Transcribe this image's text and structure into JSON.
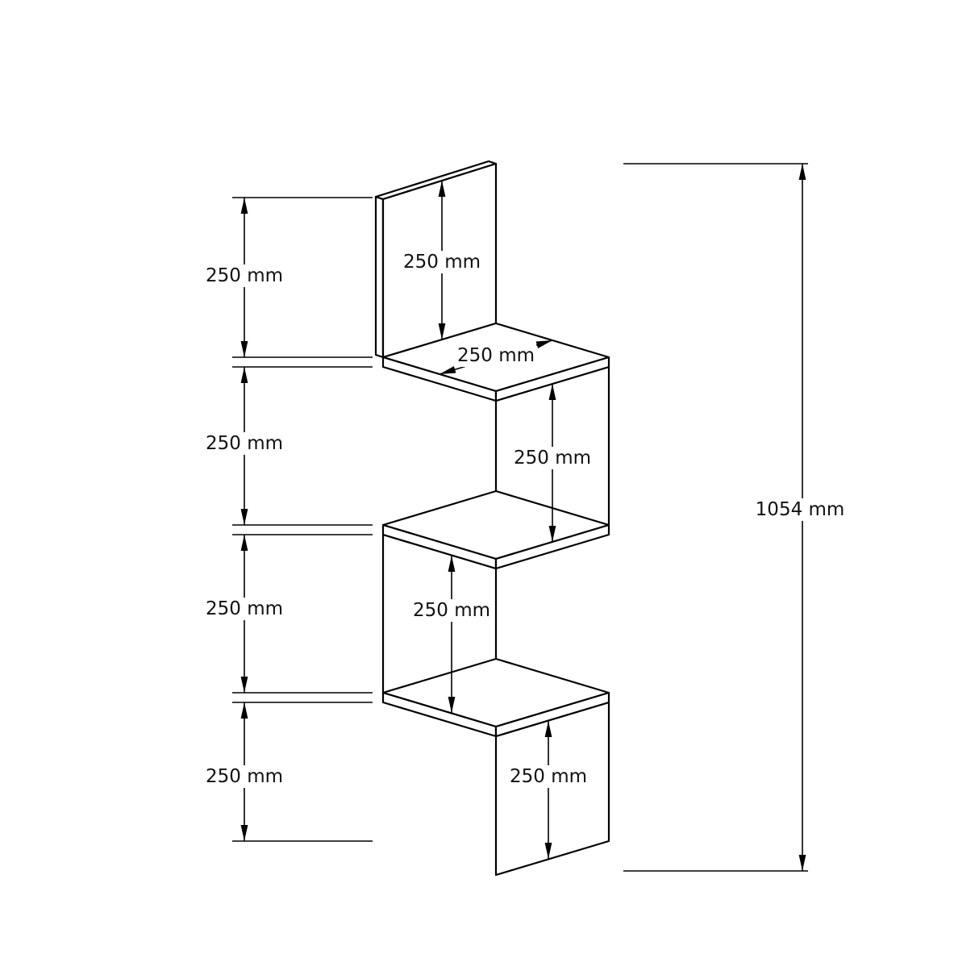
{
  "figure": {
    "kind": "technical dimension drawing",
    "subject": "zigzag corner wall shelf",
    "colors": {
      "background": "#ffffff",
      "lines": "#000000",
      "text": "#111111"
    },
    "dimensions": {
      "left_segments": [
        "250 mm",
        "250 mm",
        "250 mm",
        "250 mm"
      ],
      "back_panel_height": "250 mm",
      "shelf_depth": "250 mm",
      "upper_right_panel_height": "250 mm",
      "middle_left_panel_height": "250 mm",
      "bottom_right_panel_height": "250 mm",
      "overall_height": "1054 mm"
    }
  }
}
